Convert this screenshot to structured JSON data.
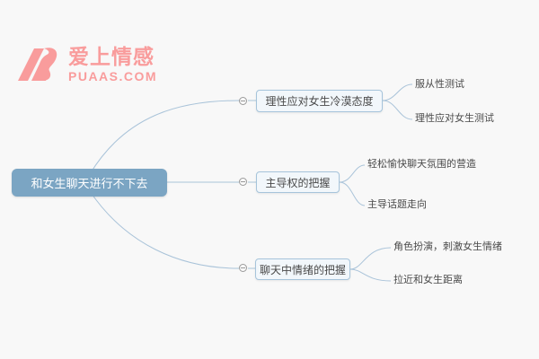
{
  "logo": {
    "brand": "爱上情感",
    "domain": "PUAAS.COM",
    "color": "#F99C9C"
  },
  "mindmap": {
    "root": {
      "label": "和女生聊天进行不下去"
    },
    "branches": [
      {
        "label": "理性应对女生冷漠态度",
        "toggle": "minus-circle",
        "children": [
          "服从性测试",
          "理性应对女生测试"
        ]
      },
      {
        "label": "主导权的把握",
        "toggle": "minus-circle",
        "children": [
          "轻松愉快聊天氛围的营造",
          "主导话题走向"
        ]
      },
      {
        "label": "聊天中情绪的把握",
        "toggle": "minus-circle",
        "children": [
          "角色扮演，刺激女生情绪",
          "拉近和女生距离"
        ]
      }
    ],
    "colors": {
      "root_bg": "#7BA5C3",
      "root_text": "#FFFFFF",
      "branch_bg": "#F2F7FB",
      "branch_border": "#A6C4DB",
      "line": "#A9C3D9",
      "text": "#4A4A4A",
      "background": "#F8F8F8"
    }
  }
}
